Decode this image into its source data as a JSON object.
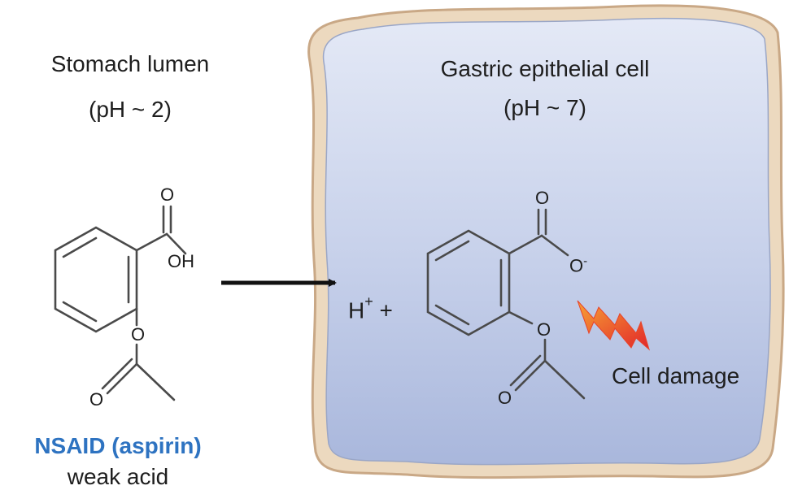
{
  "compartments": {
    "lumen": {
      "title": "Stomach lumen",
      "ph": "(pH ~ 2)"
    },
    "cell": {
      "title": "Gastric epithelial cell",
      "ph": "(pH ~ 7)"
    }
  },
  "drug": {
    "name": "NSAID (aspirin)",
    "description": "weak acid"
  },
  "reaction": {
    "proton": "H",
    "proton_charge": "+",
    "plus": "+"
  },
  "effect": "Cell damage",
  "atoms": {
    "oxygen": "O",
    "hydroxyl": "OH",
    "anion_charge": "-"
  },
  "colors": {
    "cell_fill": "#b5c2e2",
    "membrane": "#ecd9bf",
    "membrane_edge": "#c9a886",
    "drug_name": "#2e73c1",
    "damage_bolt": "#e8432a"
  }
}
